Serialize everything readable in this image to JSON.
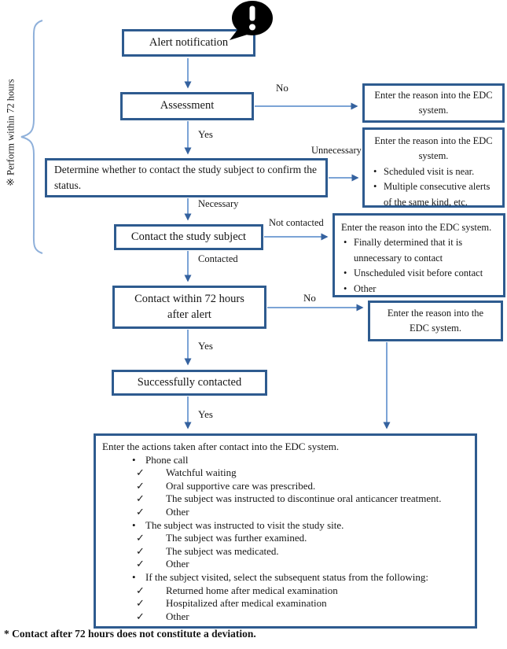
{
  "side_label": "※ Perform within 72 hours",
  "footnote": "* Contact after 72 hours does not constitute a deviation.",
  "glyphs": {
    "bullet": "•",
    "check": "✓"
  },
  "nodes": {
    "alert": "Alert notification",
    "assessment": "Assessment",
    "determine": "Determine whether to contact the study subject to confirm the status.",
    "contact_subject": "Contact the study subject",
    "contact_72h": "Contact within 72 hours after alert",
    "success": "Successfully contacted"
  },
  "labels": {
    "no_assessment": "No",
    "yes_assessment": "Yes",
    "unnecessary": "Unnecessary",
    "necessary": "Necessary",
    "not_contacted": "Not contacted",
    "contacted": "Contacted",
    "no_72h": "No",
    "yes_72h": "Yes",
    "yes_success": "Yes"
  },
  "edc": {
    "edc1": {
      "text": "Enter the reason into the EDC system."
    },
    "edc2": {
      "title": "Enter the reason into the EDC system.",
      "bullets": [
        "Scheduled visit is near.",
        "Multiple consecutive alerts of the same kind, etc."
      ]
    },
    "edc3": {
      "title": "Enter the reason into the EDC system.",
      "bullets": [
        "Finally determined that it is unnecessary to contact",
        "Unscheduled visit before contact",
        "Other"
      ]
    },
    "edc4": {
      "text": "Enter the reason into the EDC system."
    }
  },
  "actions": {
    "title": "Enter the actions taken after contact into the EDC system.",
    "groups": [
      {
        "label": "Phone call",
        "items": [
          "Watchful waiting",
          "Oral supportive care was prescribed.",
          "The subject was instructed to discontinue oral anticancer treatment.",
          "Other"
        ]
      },
      {
        "label": "The subject was instructed to visit the study site.",
        "items": [
          "The subject was further examined.",
          "The subject was medicated.",
          "Other"
        ]
      },
      {
        "label": "If the subject visited, select the subsequent status from the following:",
        "items": [
          "Returned home after medical examination",
          "Hospitalized after medical examination",
          "Other"
        ]
      }
    ]
  },
  "colors": {
    "box_border": "#2e5b8f",
    "arrow_line": "#7ca4d6",
    "arrow_head": "#35629f",
    "brace": "#8fb0da",
    "bubble": "#000000"
  }
}
